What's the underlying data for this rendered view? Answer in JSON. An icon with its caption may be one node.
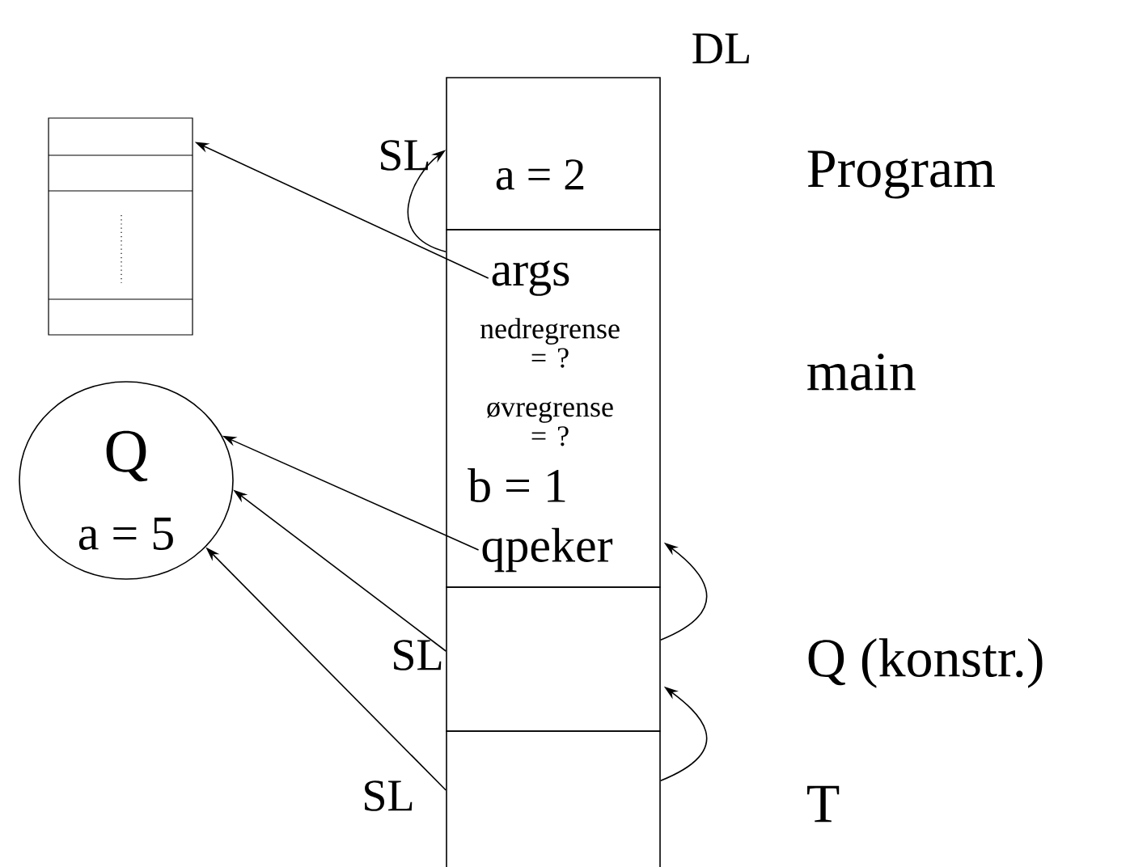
{
  "diagram": {
    "nodes": [
      {
        "text": [],
        "shape": "box"
      },
      {
        "text": [
          "a = 2"
        ],
        "beside": [
          "Program"
        ]
      },
      {
        "text": [
          "nedregrense = ?",
          "øvregrense = ?",
          "b = 1"
        ],
        "beside": [
          "main"
        ]
      },
      {
        "text": [
          "args"
        ],
        "in": 2
      },
      {
        "text": [
          "qpeker"
        ],
        "in": 2
      },
      {
        "text": [
          "Q",
          "a = 5"
        ]
      },
      {
        "text": [],
        "shape": "box",
        "beside": [
          "Q (konstr.)"
        ]
      },
      {
        "text": [],
        "shape": "box",
        "beside": [
          "T"
        ]
      }
    ],
    "edges": [
      {
        "from": 3,
        "to": 0,
        "arrow": "to"
      },
      {
        "from": 2,
        "to": 1,
        "arrow": "to",
        "label": "SL"
      },
      {
        "from": 4,
        "to": 5,
        "arrow": "to"
      },
      {
        "from": 6,
        "to": 5,
        "arrow": "to",
        "label": "SL"
      },
      {
        "from": 7,
        "to": 5,
        "arrow": "to",
        "label": "SL"
      },
      {
        "from": 6,
        "to": 2,
        "arrow": "to"
      },
      {
        "from": 7,
        "to": 6,
        "arrow": "to"
      }
    ],
    "labels": [
      "DL"
    ]
  }
}
